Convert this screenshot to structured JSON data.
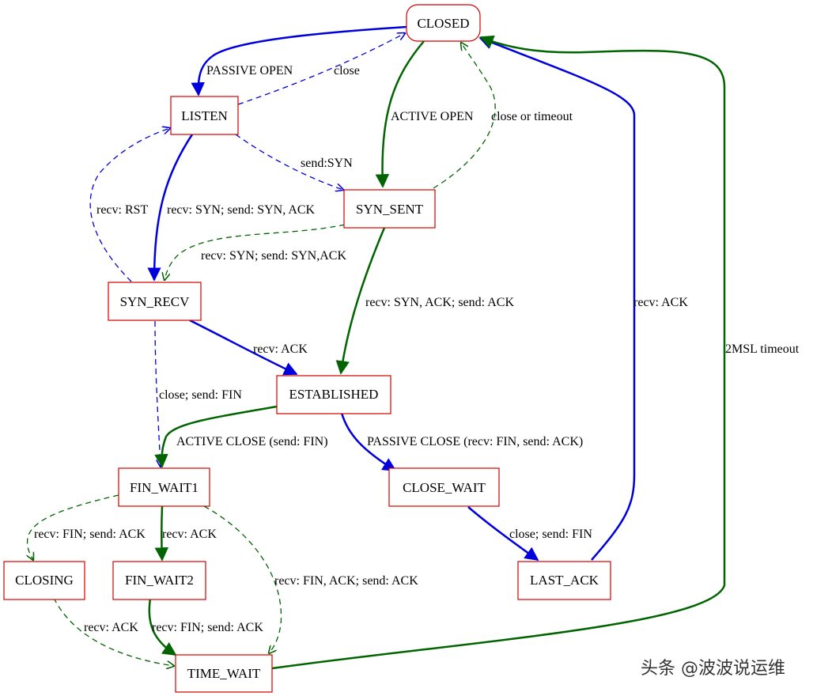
{
  "colors": {
    "node_border": "#d40000",
    "blue": "#0000dd",
    "green": "#006400"
  },
  "nodes": {
    "closed": "CLOSED",
    "listen": "LISTEN",
    "syn_sent": "SYN_SENT",
    "syn_recv": "SYN_RECV",
    "established": "ESTABLISHED",
    "fin_wait1": "FIN_WAIT1",
    "close_wait": "CLOSE_WAIT",
    "closing": "CLOSING",
    "fin_wait2": "FIN_WAIT2",
    "last_ack": "LAST_ACK",
    "time_wait": "TIME_WAIT"
  },
  "edges": {
    "passive_open": "PASSIVE OPEN",
    "listen_close": "close",
    "active_open": "ACTIVE OPEN",
    "close_or_timeout": "close or timeout",
    "send_syn": "send:SYN",
    "recv_rst": "recv: RST",
    "recv_syn_send_syn_ack": "recv: SYN; send: SYN, ACK",
    "recv_syn_send_synack_simul": "recv: SYN; send: SYN,ACK",
    "recv_syn_ack_send_ack": "recv: SYN, ACK; send: ACK",
    "synrecv_recv_ack": "recv: ACK",
    "lastack_recv_ack": "recv: ACK",
    "two_msl_timeout": "2MSL timeout",
    "close_send_fin_synrecv": "close; send: FIN",
    "active_close": "ACTIVE CLOSE (send: FIN)",
    "passive_close": "PASSIVE CLOSE (recv: FIN, send: ACK)",
    "finwait1_recv_fin_send_ack": "recv: FIN; send: ACK",
    "finwait1_recv_ack": "recv: ACK",
    "finwait1_recv_fin_ack": "recv: FIN, ACK; send: ACK",
    "closewait_close_send_fin": "close; send: FIN",
    "closing_recv_ack": "recv: ACK",
    "finwait2_recv_fin_send_ack": "recv: FIN; send: ACK"
  },
  "watermark": "头条 @波波说运维"
}
